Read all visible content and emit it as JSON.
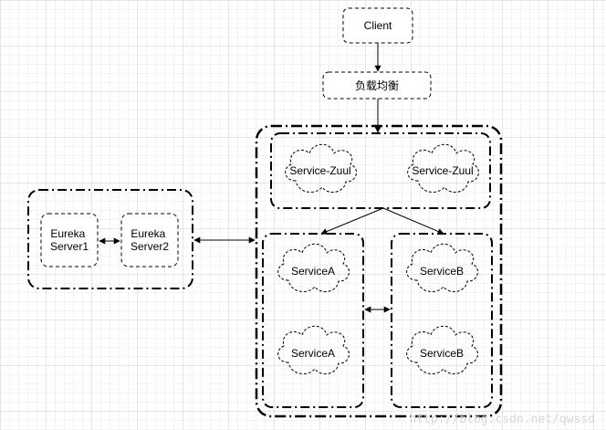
{
  "nodes": {
    "client": "Client",
    "load_balancer": "负载均衡",
    "zuul_1": "Service-Zuul",
    "zuul_2": "Service-Zuul",
    "eureka_1": [
      "Eureka",
      "Server1"
    ],
    "eureka_2": [
      "Eureka",
      "Server2"
    ],
    "service_a_1": "ServiceA",
    "service_a_2": "ServiceA",
    "service_b_1": "ServiceB",
    "service_b_2": "ServiceB"
  },
  "watermark": "http://blog.csdn.net/qwssd"
}
